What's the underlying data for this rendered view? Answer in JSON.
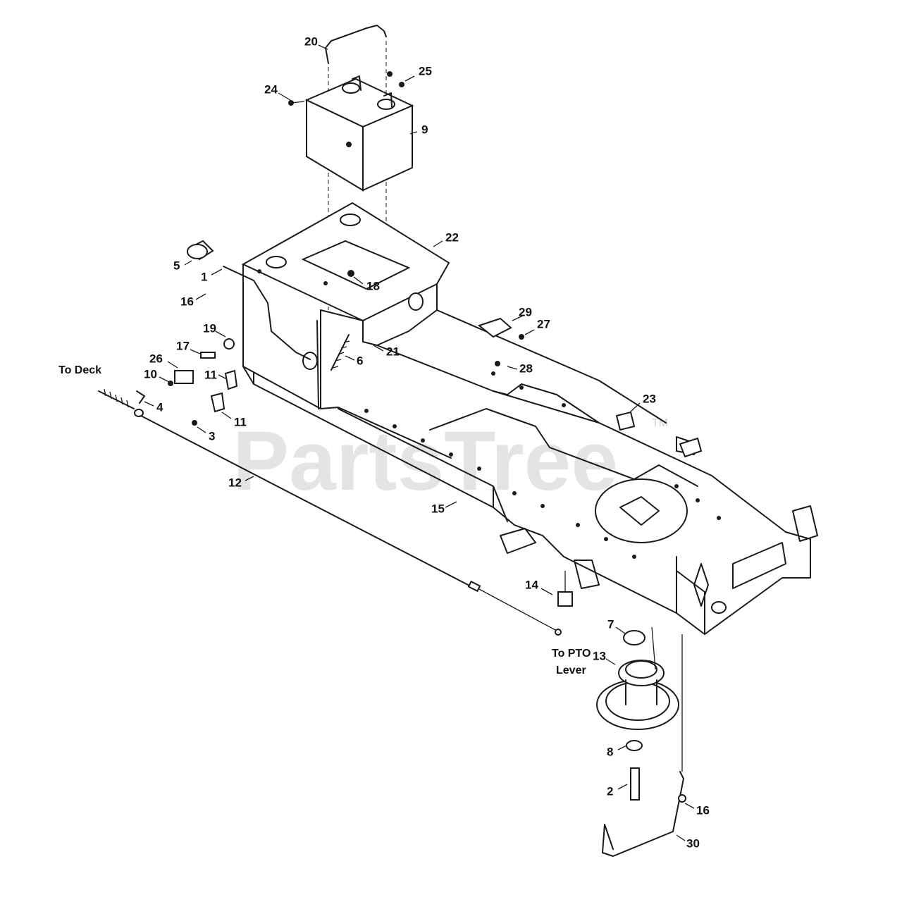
{
  "watermark": {
    "brand": "PartsTree",
    "trademark": "TM"
  },
  "notes": {
    "to_deck": "To Deck",
    "to_pto_line1": "To PTO",
    "to_pto_line2": "Lever"
  },
  "callouts": [
    "20",
    "24",
    "25",
    "9",
    "22",
    "5",
    "1",
    "16",
    "18",
    "19",
    "17",
    "29",
    "27",
    "21",
    "6",
    "26",
    "10",
    "11",
    "28",
    "4",
    "11",
    "3",
    "23",
    "12",
    "15",
    "14",
    "7",
    "13",
    "8",
    "2",
    "16",
    "30"
  ]
}
